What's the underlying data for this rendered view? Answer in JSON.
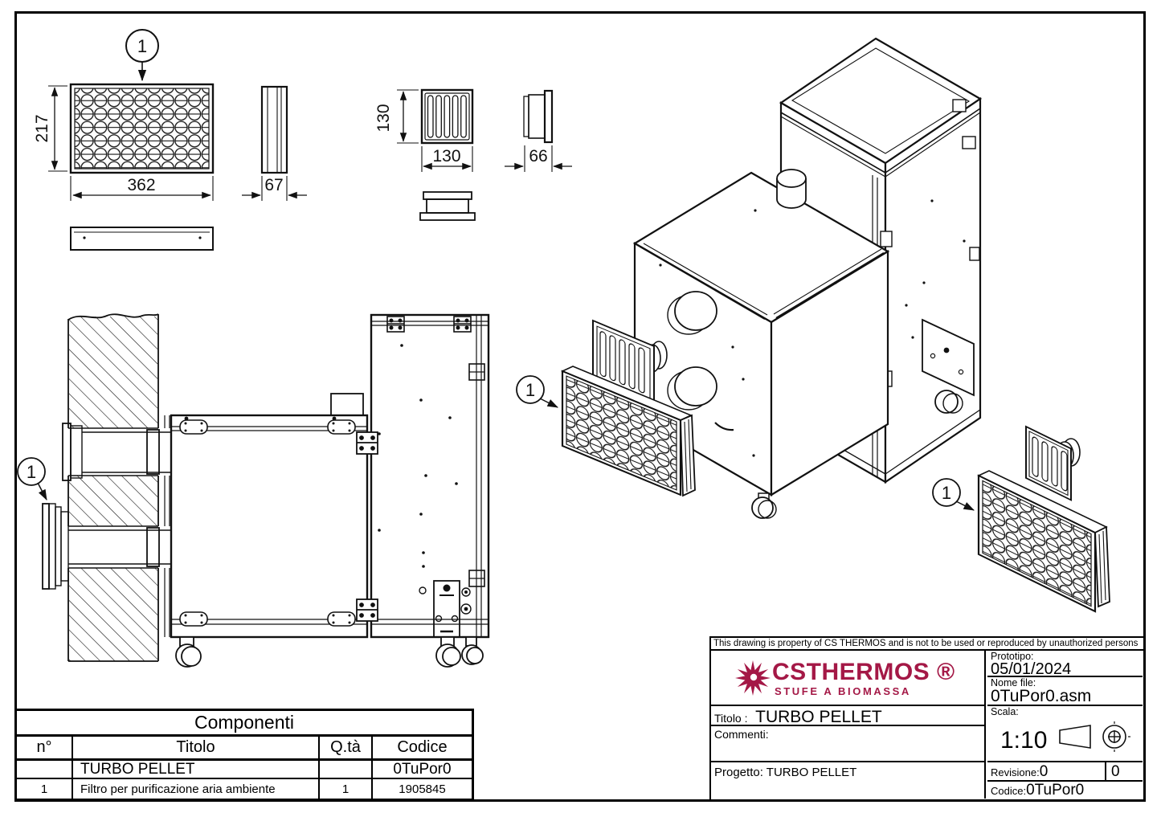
{
  "drawing": {
    "balloon": "1",
    "dims": {
      "filter_height": "217",
      "filter_width": "362",
      "filter_depth": "67",
      "vent_height": "130",
      "vent_width": "130",
      "vent_depth": "66"
    }
  },
  "components_table": {
    "title": "Componenti",
    "columns": [
      "n°",
      "Titolo",
      "Q.tà",
      "Codice"
    ],
    "rows": [
      {
        "n": "",
        "titolo": "TURBO PELLET",
        "qta": "",
        "codice": "0TuPor0"
      },
      {
        "n": "1",
        "titolo": "Filtro per purificazione aria ambiente",
        "qta": "1",
        "codice": "1905845"
      }
    ]
  },
  "title_block": {
    "property_notice": "This drawing is property of CS THERMOS and is not to be used or reproduced by unauthorized persons",
    "brand": {
      "name": "CSTHERMOS ®",
      "tagline": "STUFE A BIOMASSA",
      "color": "#A41846"
    },
    "fields": {
      "prototipo_label": "Prototipo:",
      "prototipo": "05/01/2024",
      "nome_file_label": "Nome file:",
      "nome_file": "0TuPor0.asm",
      "titolo_label": "Titolo :",
      "titolo": "TURBO PELLET",
      "commenti_label": "Commenti:",
      "scala_label": "Scala:",
      "scala": "1:10",
      "progetto_label": "Progetto:",
      "progetto": "TURBO PELLET",
      "revisione_label": "Revisione:",
      "revisione": "0",
      "revisione_secondary": "0",
      "codice_label": "Codice:",
      "codice": "0TuPor0"
    }
  }
}
